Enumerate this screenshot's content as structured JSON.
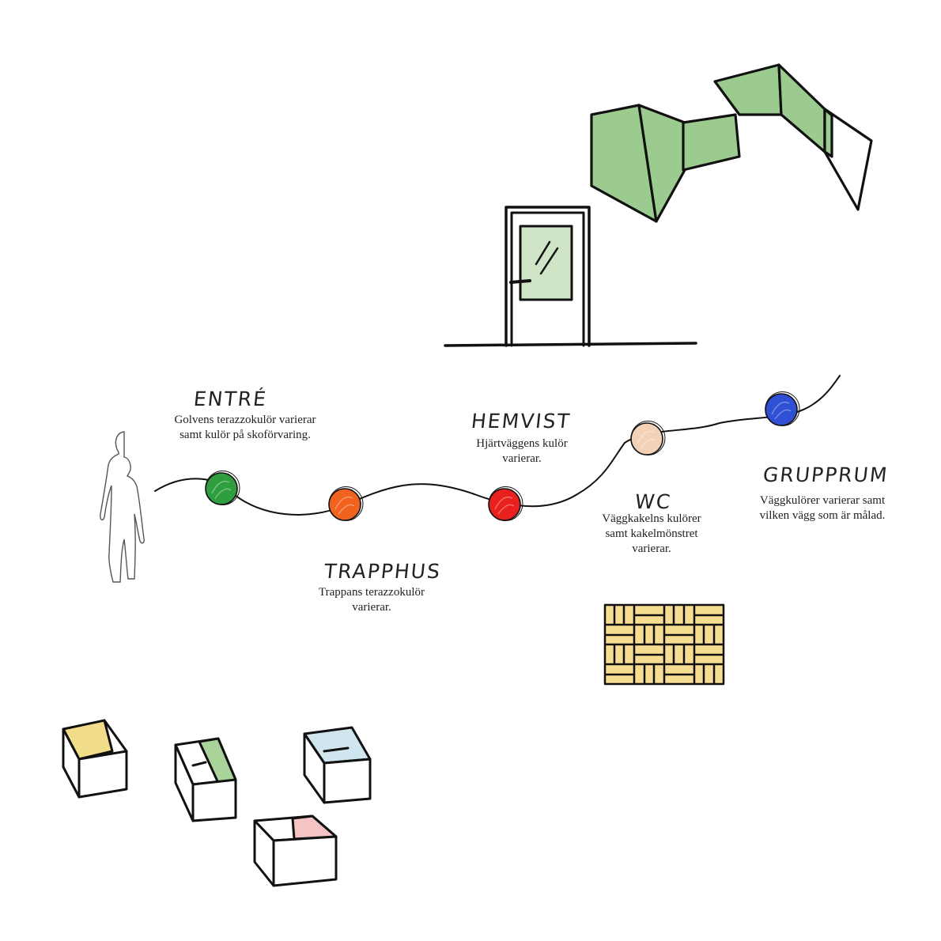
{
  "stations": [
    {
      "id": "entre",
      "heading": "ENTRÉ",
      "lines": [
        "Golvens terazzokulör varierar",
        "samt kulör på skoförvaring."
      ],
      "color": "#2e9e3e"
    },
    {
      "id": "trapphus",
      "heading": "TRAPPHUS",
      "lines": [
        "Trappans terazzokulör",
        "varierar."
      ],
      "color": "#f0621e"
    },
    {
      "id": "hemvist",
      "heading": "HEMVIST",
      "lines": [
        "Hjärtväggens kulör",
        "varierar."
      ],
      "color": "#e8201e"
    },
    {
      "id": "wc",
      "heading": "WC",
      "lines": [
        "Väggkakelns kulörer",
        "samt kakelmönstret",
        "varierar."
      ],
      "color": "#f4d2b8"
    },
    {
      "id": "grupprum",
      "heading": "GRUPPRUM",
      "lines": [
        "Väggkulörer varierar samt",
        "vilken vägg som är målad."
      ],
      "color": "#2f4fd4"
    }
  ],
  "palette": {
    "wall_green": "#9ccb8f",
    "door_glass": "#cfe5c6",
    "tile_yellow": "#f5de92",
    "box_yellow": "#f2de8a",
    "box_green": "#a9d39a",
    "box_blue": "#cfe6ef",
    "box_pink": "#f4c4c4",
    "ink": "#111111",
    "figure": "#555555"
  }
}
